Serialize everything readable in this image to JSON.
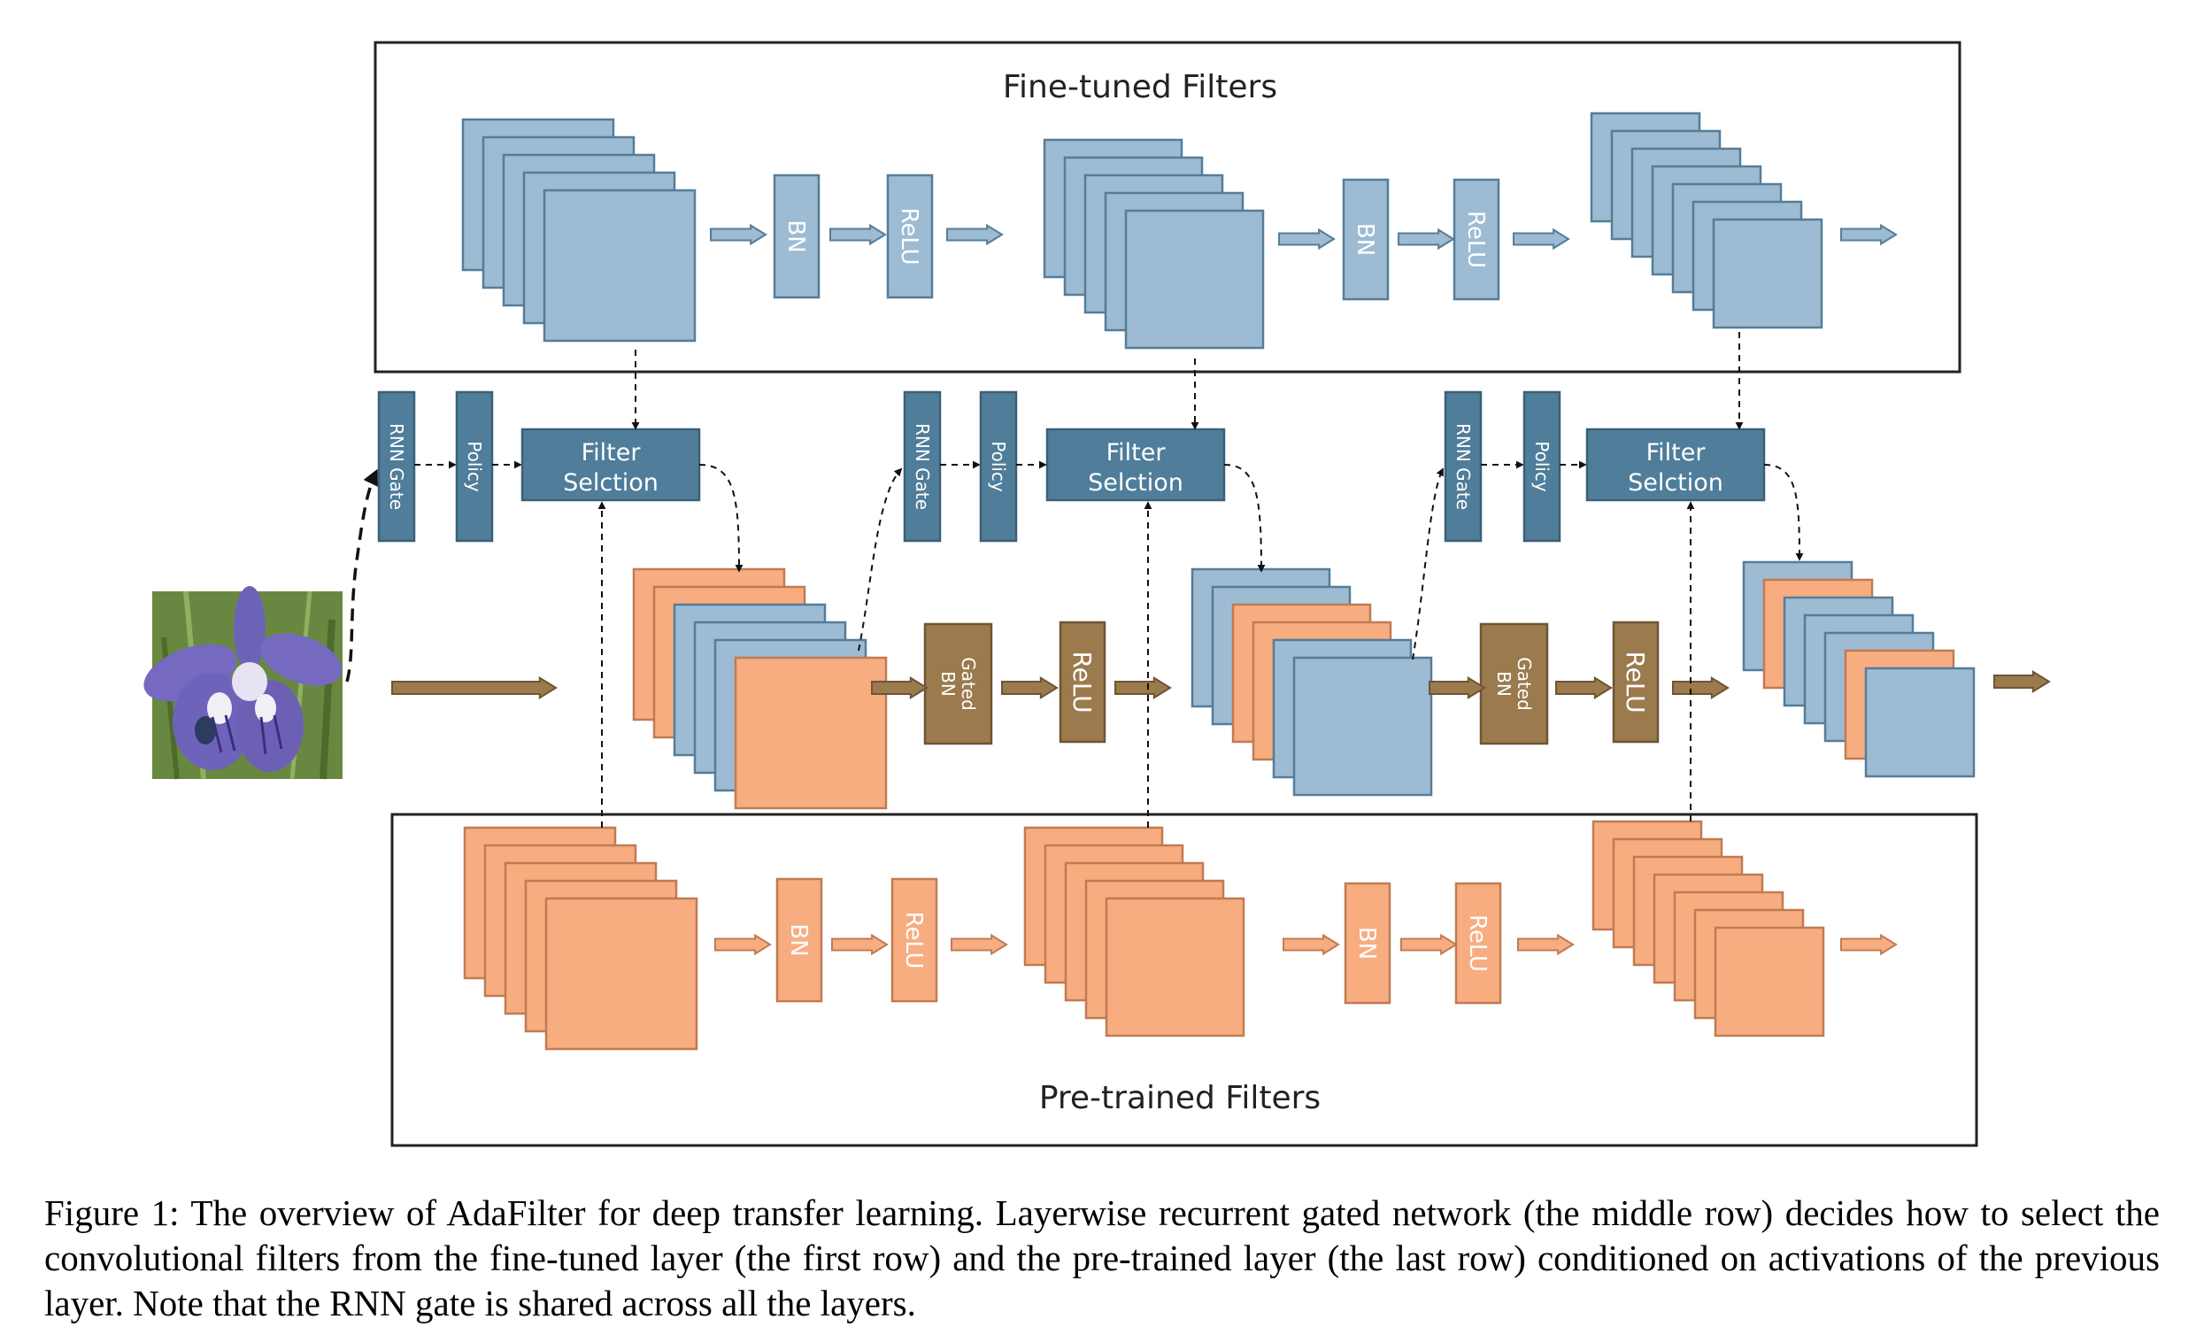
{
  "figure": {
    "fine_tuned_title": "Fine-tuned Filters",
    "pretrained_title": "Pre-trained Filters",
    "labels": {
      "bn": "BN",
      "relu": "ReLU",
      "gated_bn": "Gated BN",
      "rnn_gate": "RNN Gate",
      "policy": "Policy",
      "filter_selection": "Filter Selction"
    },
    "image_alt": "iris flower input image",
    "colors": {
      "blue": "#9dbbd3",
      "blue_border": "#557d99",
      "orange": "#f7ad80",
      "orange_border": "#c07b54",
      "brown": "#9b7a4d",
      "dark_teal": "#4f7d9a"
    }
  },
  "caption": "Figure 1: The overview of AdaFilter for deep transfer learning. Layerwise recurrent gated network (the middle row) decides how to select the convolutional filters from the fine-tuned layer (the first row) and the pre-trained layer (the last row) conditioned on activations of the previous layer. Note that the RNN gate is shared across all the layers."
}
